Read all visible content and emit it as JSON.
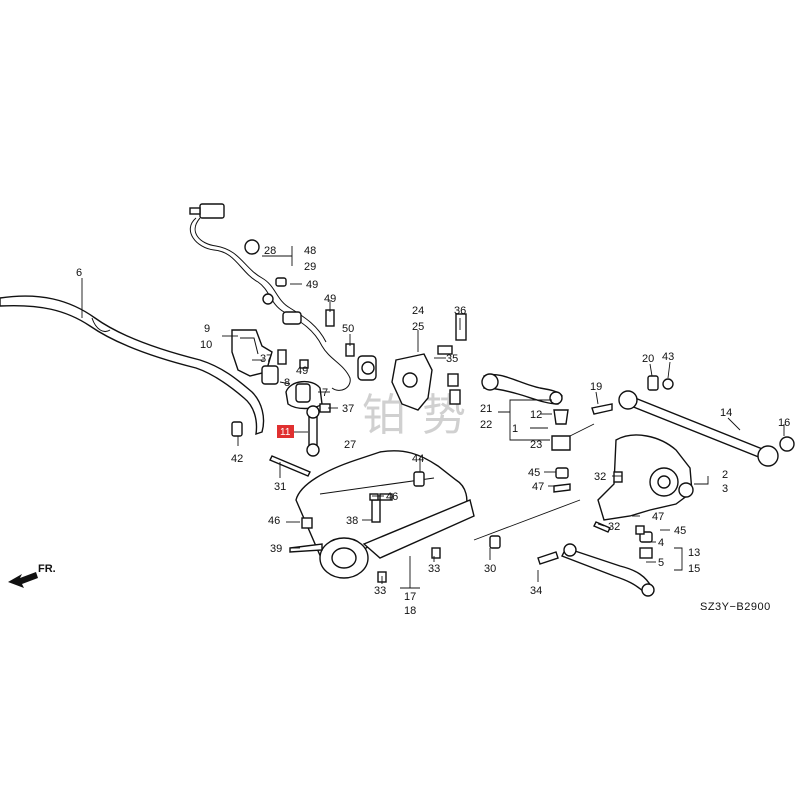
{
  "diagram": {
    "reference_code": "SZ3Y−B2900",
    "direction_label": "FR.",
    "highlighted_part": "11",
    "watermark": [
      "铂",
      "势"
    ],
    "callouts": [
      {
        "id": "c6",
        "text": "6"
      },
      {
        "id": "c48",
        "text": "48"
      },
      {
        "id": "c28",
        "text": "28"
      },
      {
        "id": "c29",
        "text": "29"
      },
      {
        "id": "c49a",
        "text": "49"
      },
      {
        "id": "c49b",
        "text": "49"
      },
      {
        "id": "c49c",
        "text": "49"
      },
      {
        "id": "c50",
        "text": "50"
      },
      {
        "id": "c9",
        "text": "9"
      },
      {
        "id": "c10",
        "text": "10"
      },
      {
        "id": "c37a",
        "text": "37"
      },
      {
        "id": "c37b",
        "text": "37"
      },
      {
        "id": "c8",
        "text": "8"
      },
      {
        "id": "c7",
        "text": "7"
      },
      {
        "id": "c11",
        "text": "11"
      },
      {
        "id": "c27",
        "text": "27"
      },
      {
        "id": "c42",
        "text": "42"
      },
      {
        "id": "c31",
        "text": "31"
      },
      {
        "id": "c24",
        "text": "24"
      },
      {
        "id": "c25",
        "text": "25"
      },
      {
        "id": "c36",
        "text": "36"
      },
      {
        "id": "c35",
        "text": "35"
      },
      {
        "id": "c44",
        "text": "44"
      },
      {
        "id": "c21",
        "text": "21"
      },
      {
        "id": "c22",
        "text": "22"
      },
      {
        "id": "c12",
        "text": "12"
      },
      {
        "id": "c1",
        "text": "1"
      },
      {
        "id": "c23",
        "text": "23"
      },
      {
        "id": "c20",
        "text": "20"
      },
      {
        "id": "c43",
        "text": "43"
      },
      {
        "id": "c19",
        "text": "19"
      },
      {
        "id": "c14",
        "text": "14"
      },
      {
        "id": "c16",
        "text": "16"
      },
      {
        "id": "c45a",
        "text": "45"
      },
      {
        "id": "c47a",
        "text": "47"
      },
      {
        "id": "c32a",
        "text": "32"
      },
      {
        "id": "c2",
        "text": "2"
      },
      {
        "id": "c3",
        "text": "3"
      },
      {
        "id": "c47b",
        "text": "47"
      },
      {
        "id": "c32b",
        "text": "32"
      },
      {
        "id": "c45b",
        "text": "45"
      },
      {
        "id": "c4",
        "text": "4"
      },
      {
        "id": "c5",
        "text": "5"
      },
      {
        "id": "c13",
        "text": "13"
      },
      {
        "id": "c15",
        "text": "15"
      },
      {
        "id": "c46a",
        "text": "46"
      },
      {
        "id": "c46b",
        "text": "46"
      },
      {
        "id": "c38",
        "text": "38"
      },
      {
        "id": "c39",
        "text": "39"
      },
      {
        "id": "c33a",
        "text": "33"
      },
      {
        "id": "c33b",
        "text": "33"
      },
      {
        "id": "c17",
        "text": "17"
      },
      {
        "id": "c18",
        "text": "18"
      },
      {
        "id": "c30",
        "text": "30"
      },
      {
        "id": "c34",
        "text": "34"
      }
    ]
  }
}
